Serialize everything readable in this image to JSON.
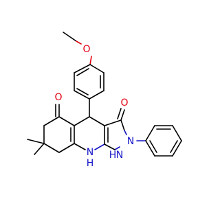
{
  "atoms": [
    {
      "id": "o_methoxy",
      "symbol": "O",
      "color": "#e0000f"
    },
    {
      "id": "o_ketone",
      "symbol": "O",
      "color": "#e0000f"
    },
    {
      "id": "o_pyrazolone",
      "symbol": "O",
      "color": "#e0000f"
    },
    {
      "id": "n_pyrazole",
      "symbol": "N",
      "color": "#1414c8"
    },
    {
      "id": "n_bridge_h",
      "symbol": "N",
      "color": "#1414c8",
      "h": "H"
    },
    {
      "id": "n_ring_h",
      "symbol": "N",
      "color": "#1414c8",
      "h": "H"
    }
  ]
}
